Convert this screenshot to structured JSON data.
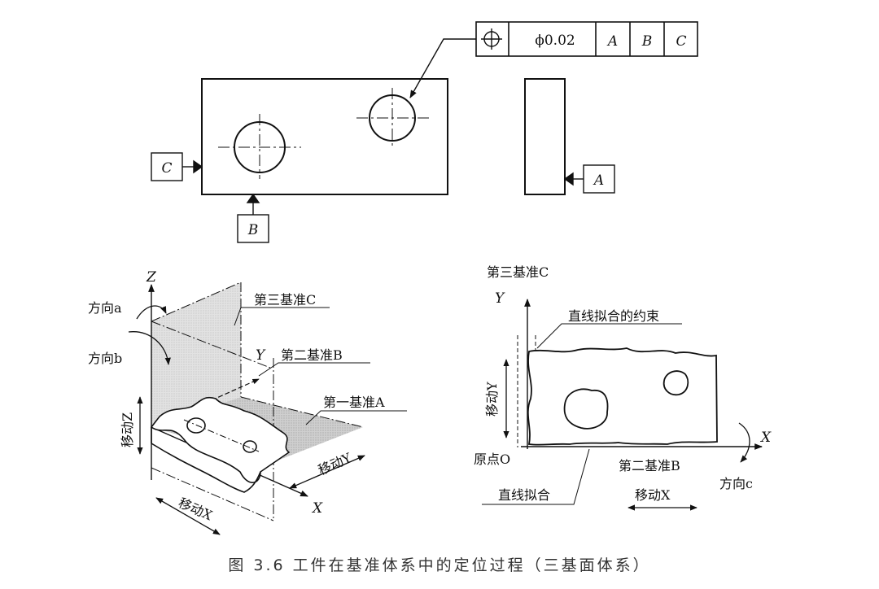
{
  "fcf": {
    "symbol": "position-symbol-icon",
    "tolerance": "ϕ0.02",
    "datums": [
      "A",
      "B",
      "C"
    ]
  },
  "views": {
    "datum_c": "C",
    "datum_b": "B",
    "datum_a": "A"
  },
  "iso": {
    "z_axis": "Z",
    "y_axis": "Y",
    "x_axis": "X",
    "dir_a": "方向a",
    "dir_b": "方向b",
    "datum3": "第三基准C",
    "datum2": "第二基准B",
    "datum1": "第一基准A",
    "move_z": "移动Z",
    "move_y": "移动Y",
    "move_x": "移动X"
  },
  "plan": {
    "datum3": "第三基准C",
    "y_axis": "Y",
    "x_axis": "X",
    "line_fit_constraint": "直线拟合的约束",
    "move_y": "移动Y",
    "origin": "原点O",
    "datum2": "第二基准B",
    "dir_c": "方向c",
    "line_fit": "直线拟合",
    "move_x": "移动X"
  },
  "caption": "图 3.6   工件在基准体系中的定位过程（三基面体系）"
}
